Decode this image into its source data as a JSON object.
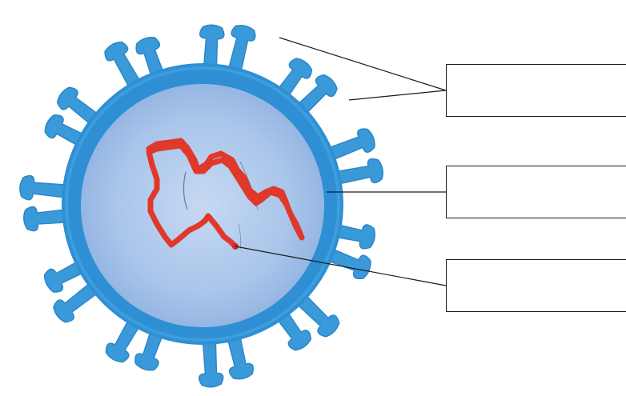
{
  "diagram": {
    "subject": "virus-particle",
    "parts": [
      {
        "id": "spike-protein",
        "color": "#3a9ad9"
      },
      {
        "id": "envelope",
        "color": "#2f8fd4"
      },
      {
        "id": "capsid-interior",
        "color": "#a6c4ea"
      },
      {
        "id": "genetic-material",
        "color": "#e0382b"
      }
    ],
    "labels": [
      {
        "id": "label-1",
        "text": ""
      },
      {
        "id": "label-2",
        "text": ""
      },
      {
        "id": "label-3",
        "text": ""
      }
    ]
  }
}
